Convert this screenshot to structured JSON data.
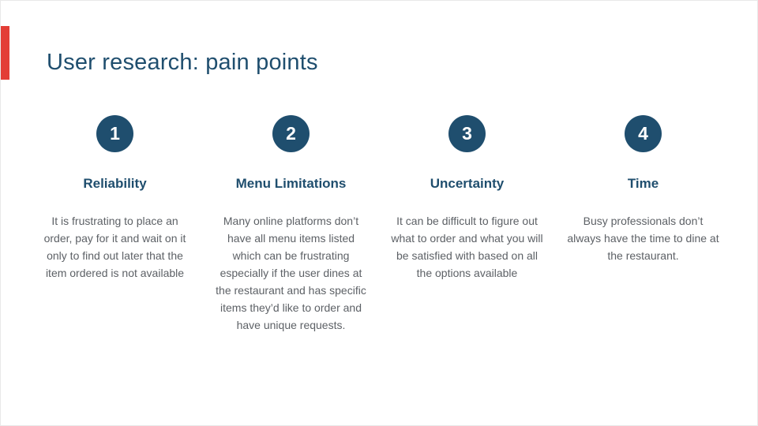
{
  "colors": {
    "accent": "#e33d36",
    "heading": "#1f4e6e",
    "body-text": "#5d6166"
  },
  "slide": {
    "title": "User research: pain points",
    "columns": [
      {
        "number": "1",
        "heading": "Reliability",
        "body": "It is frustrating to place an order, pay for it and wait on it only to find out later that the item ordered is not available"
      },
      {
        "number": "2",
        "heading": "Menu Limitations",
        "body": "Many online platforms don’t have all menu items listed which can be frustrating especially if the user dines at the restaurant and has specific items they’d like to order and have unique requests."
      },
      {
        "number": "3",
        "heading": "Uncertainty",
        "body": "It can be difficult to figure out what to order and what you will be satisfied with based on all the options available"
      },
      {
        "number": "4",
        "heading": "Time",
        "body": "Busy professionals don’t always have the time to dine at the restaurant."
      }
    ]
  }
}
